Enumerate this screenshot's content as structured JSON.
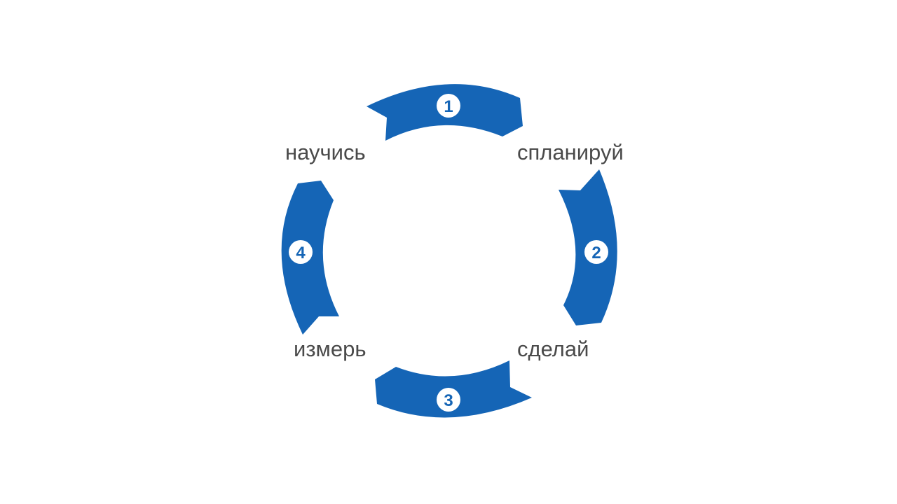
{
  "colors": {
    "arrow": "#1565b6",
    "badge_fill": "#ffffff",
    "badge_text": "#1565b6",
    "label_text": "#4a4a4a",
    "background": "#ffffff"
  },
  "cycle": {
    "steps": [
      {
        "number": "1",
        "label": "спланируй"
      },
      {
        "number": "2",
        "label": "сделай"
      },
      {
        "number": "3",
        "label": "измерь"
      },
      {
        "number": "4",
        "label": "научись"
      }
    ]
  }
}
